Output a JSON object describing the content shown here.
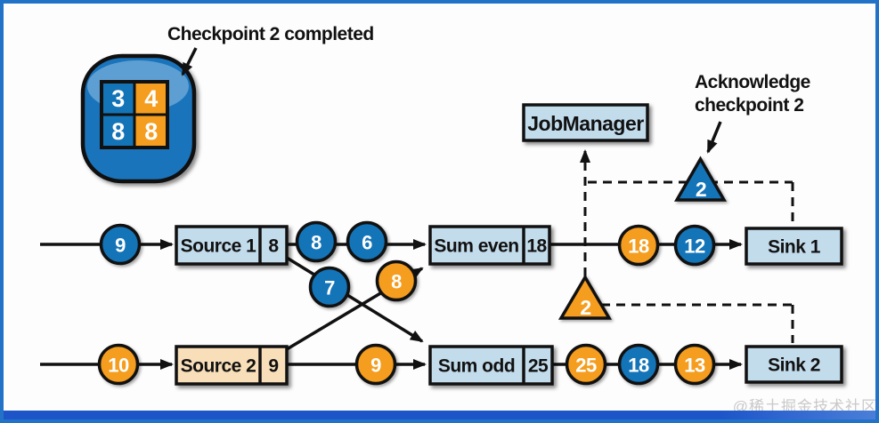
{
  "colors": {
    "record_blue": "#1474b8",
    "record_orange": "#f59d1e",
    "box_blue": "#c3dcec",
    "box_peach": "#f9dfb9",
    "cylinder_blue": "#1a74bb",
    "cylinder_sheen": "#5e9fd3",
    "frame_border_blue": "#2273c8",
    "bottom_bar_blue": "#1d55c9",
    "line_black": "#111111",
    "watermark_gray": "#c9c9c9"
  },
  "annotations": {
    "checkpoint_completed": "Checkpoint 2 completed",
    "acknowledge_line1": "Acknowledge",
    "acknowledge_line2": "checkpoint 2"
  },
  "job_manager": {
    "label": "JobManager"
  },
  "checkpoint_store": {
    "cells": [
      "3",
      "4",
      "8",
      "8"
    ]
  },
  "acknowledgements": {
    "top_triangle": "2",
    "bottom_triangle": "2"
  },
  "pipeline_top": {
    "incoming": "9",
    "source_label": "Source 1",
    "source_state": "8",
    "records": [
      "8",
      "6"
    ],
    "operator_label": "Sum even",
    "operator_state": "18",
    "out_records": [
      "18",
      "12"
    ],
    "sink_label": "Sink 1"
  },
  "pipeline_bottom": {
    "incoming": "10",
    "source_label": "Source 2",
    "source_state": "9",
    "records": [
      "9"
    ],
    "operator_label": "Sum odd",
    "operator_state": "25",
    "out_records": [
      "25",
      "18",
      "13"
    ],
    "sink_label": "Sink 2"
  },
  "cross_records": {
    "from_source1": "7",
    "from_source2": "8"
  },
  "watermark": "@稀土掘金技术社区"
}
